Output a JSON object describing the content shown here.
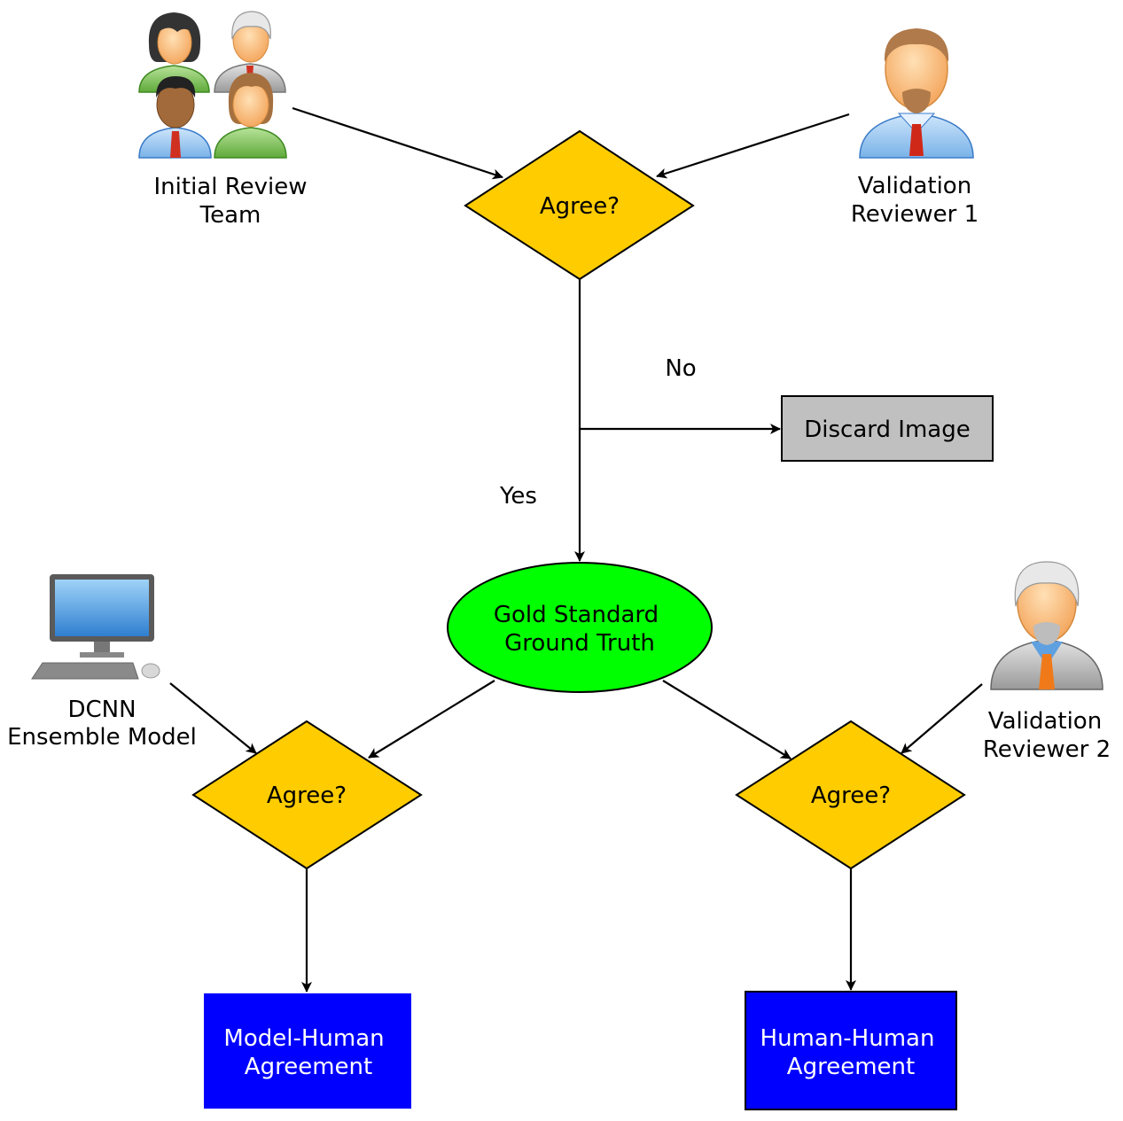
{
  "colors": {
    "diamond": "#ffcc00",
    "ellipse": "#00ff00",
    "discard_box": "#c0c0c0",
    "result_box": "#0000ff",
    "line": "#000000"
  },
  "actors": {
    "initial_team": {
      "lines": [
        "Initial Review",
        "Team"
      ],
      "icon": "people-group-icon"
    },
    "validator1": {
      "lines": [
        "Validation",
        "Reviewer 1"
      ],
      "icon": "person-icon"
    },
    "model": {
      "lines": [
        "DCNN",
        "Ensemble Model"
      ],
      "icon": "computer-icon"
    },
    "validator2": {
      "lines": [
        "Validation",
        "Reviewer 2"
      ],
      "icon": "person-icon"
    }
  },
  "decisions": {
    "top": "Agree?",
    "left": "Agree?",
    "right": "Agree?"
  },
  "edges": {
    "no": "No",
    "yes": "Yes"
  },
  "discard": "Discard Image",
  "gold": {
    "lines": [
      "Gold Standard",
      "Ground Truth"
    ]
  },
  "results": {
    "model_human": {
      "lines": [
        "Model-Human",
        "Agreement"
      ]
    },
    "human_human": {
      "lines": [
        "Human-Human",
        "Agreement"
      ]
    }
  }
}
